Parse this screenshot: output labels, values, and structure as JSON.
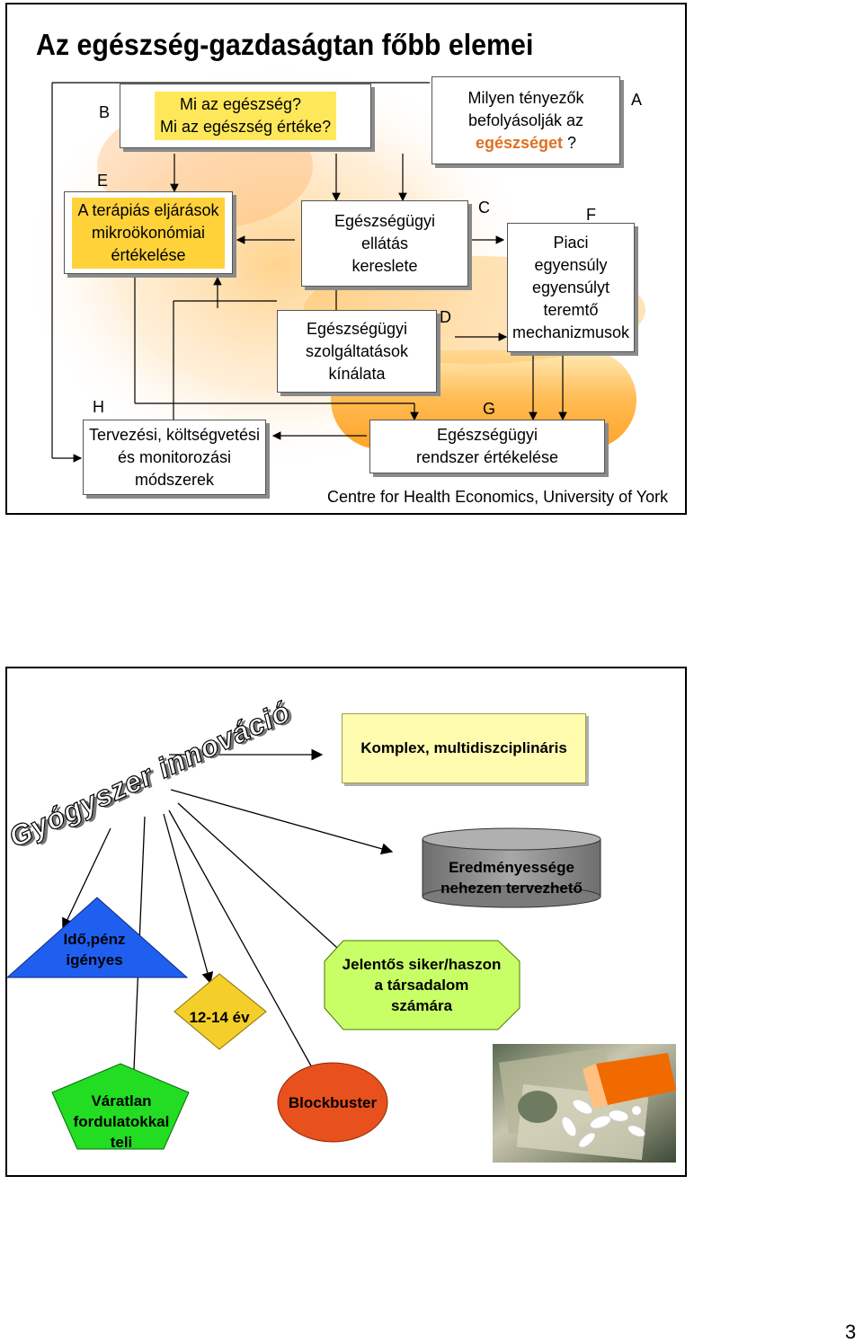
{
  "slide1": {
    "title": "Az egészség-gazdaságtan főbb elemei",
    "labels": {
      "A": "A",
      "B": "B",
      "C": "C",
      "D": "D",
      "E": "E",
      "F": "F",
      "G": "G",
      "H": "H"
    },
    "box_b": [
      "Mi az egészség?",
      "Mi az egészség értéke?"
    ],
    "box_a": [
      "Milyen tényezők",
      "befolyásolják az"
    ],
    "box_a_highlight": "egészséget",
    "box_a_suffix": " ?",
    "box_e": [
      "A terápiás eljárások",
      "mikroökonómiai",
      "értékelése"
    ],
    "box_c": [
      "Egészségügyi",
      "ellátás",
      "kereslete"
    ],
    "box_d": [
      "Egészségügyi",
      "szolgáltatások",
      "kínálata"
    ],
    "box_f": [
      "Piaci",
      "egyensúly",
      "egyensúlyt",
      "teremtő",
      "mechanizmusok"
    ],
    "box_h": [
      "Tervezési, költségvetési",
      "és monitorozási",
      "módszerek"
    ],
    "box_g": [
      "Egészségügyi",
      "rendszer értékelése"
    ],
    "credit": "Centre for Health Economics, University of York"
  },
  "slide2": {
    "title": "Gyógyszer innováció",
    "complex": "Komplex, multidiszciplináris",
    "cylinder": [
      "Eredményessége",
      "nehezen tervezhető"
    ],
    "triangle": [
      "Idő,pénz",
      "igényes"
    ],
    "diamond": "12-14 év",
    "octagon": [
      "Jelentős siker/haszon",
      "a társadalom",
      "számára"
    ],
    "pentagon": [
      "Váratlan",
      "fordulatokkal",
      "teli"
    ],
    "oval": "Blockbuster",
    "image_caption": ""
  },
  "page_number": "3",
  "colors": {
    "highlight": "#ffd23a",
    "orange_text": "#e07020",
    "blue": "#1f5ff0",
    "yellow": "#f4cf2a",
    "lime": "#c8ff66",
    "green": "#22dd22",
    "orange_oval": "#e8501e",
    "cylinder": "#8c8c8c",
    "note_bg": "#fffcb0"
  }
}
